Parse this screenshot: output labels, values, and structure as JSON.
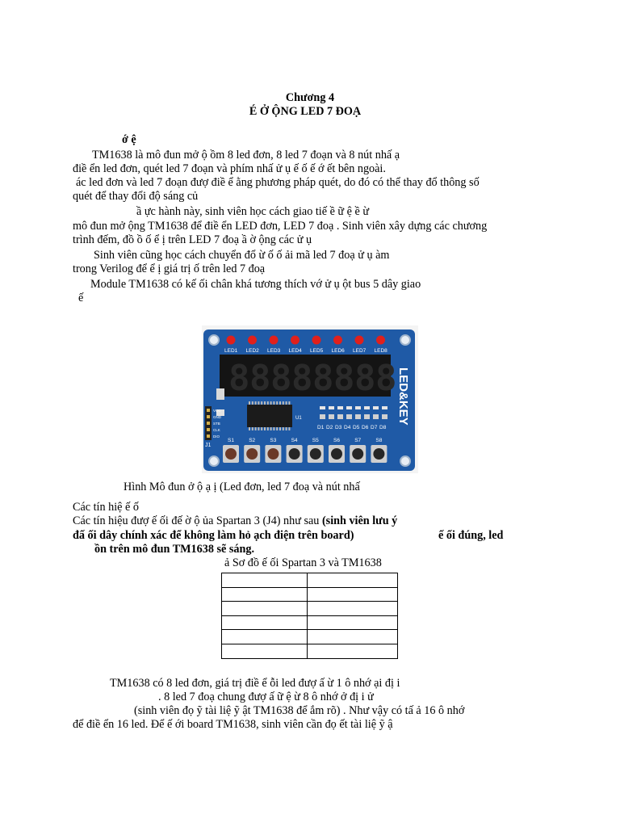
{
  "chapter": {
    "number": "Chương 4",
    "title": "É Ở ỘNG LED 7 ĐOẠ"
  },
  "section_heading": "ớ ệ",
  "paragraphs": {
    "p1_l1": "TM1638 là mô đun mở ộ ồm 8 led đơn, 8 led 7 đoạn và 8 nút nhấ ạ",
    "p1_l2": "điề ển led đơn, quét led 7 đoạn và phím nhấ ử ụ ế ố ế ớ ết bên ngoài.",
    "p1_l3": "ác led đơn và led 7 đoạn đượ điề ể ằng phương pháp quét, do đó có thể thay đổ thông số",
    "p1_l4": "quét để thay đổi độ sáng củ",
    "p2_l1": "ầ ực hành này, sinh viên học cách giao tiế ề ữ ệ ề ừ",
    "p2_l2": "mô đun mở ộng TM1638 để điề ển LED đơn, LED 7 đoạ . Sinh viên xây dựng các chương",
    "p2_l3": "trình đếm, đồ ồ ố ể ị trên LED 7 đoạ ầ ờ ộng các ử ụ",
    "p3_l1": "Sinh viên cũng học cách chuyển đổ ừ ố ố ải mã led 7 đoạ ử ụ àm",
    "p3_l2": "trong Verilog để ể ị giá trị ố trên led 7 đoạ",
    "p4_l1": "Module TM1638 có kế ối chân khá tương thích vớ ử ụ ột bus 5 dây giao",
    "p4_l2": "ế"
  },
  "figure": {
    "caption": "Hình Mô đun ở ộ ạ ị (Led đơn, led 7 đoạ và nút nhấ",
    "board_text": "LED&KEY",
    "led_labels": [
      "LED1",
      "LED2",
      "LED3",
      "LED4",
      "LED5",
      "LED6",
      "LED7",
      "LED8"
    ],
    "digit_labels": [
      "D1",
      "D2",
      "D3",
      "D4",
      "D5",
      "D6",
      "D7",
      "D8"
    ],
    "switch_labels": [
      "S1",
      "S2",
      "S3",
      "S4",
      "S5",
      "S6",
      "S7",
      "S8"
    ],
    "header_label": "J1",
    "chip_label": "U1",
    "pin_labels": [
      "VCC",
      "GND",
      "STB",
      "CLK",
      "DIO"
    ],
    "digits": [
      "8",
      "8",
      "8",
      "8",
      "8",
      "8",
      "8",
      "8"
    ],
    "colors": {
      "pcb": "#1f5aa6",
      "led_red": "#e0201c",
      "display": "#111111"
    }
  },
  "signals": {
    "line1": "Các tín hiệ ế ố",
    "line2_normal": "Các tín hiệu đượ ế ối đế ờ ộ ủa Spartan 3 (J4) như sau",
    "line2_bold": "(sinh viên lưu ý",
    "line3_bold": "đấ ối dây chính xác để không làm hỏ ạch điện trên board)",
    "line3_bold_b": "ế ối đúng, led",
    "line4_bold": "ồn trên mô đun TM1638 sẽ sáng."
  },
  "table": {
    "caption": "ả Sơ đồ ế ối Spartan 3 và TM1638",
    "rows": [
      [
        "",
        ""
      ],
      [
        "",
        ""
      ],
      [
        "",
        ""
      ],
      [
        "",
        ""
      ],
      [
        "",
        ""
      ],
      [
        "",
        ""
      ]
    ]
  },
  "closing": {
    "l1": "TM1638 có 8 led đơn, giá trị điề ể ỗi led đượ ấ ừ 1 ô nhớ ại đị i",
    "l2": ". 8 led 7 đoạ chung đượ ấ ữ ệ ừ 8 ô nhớ ở đị i ử",
    "l3": "(sinh viên đọ ỹ tài liệ ỹ ật TM1638 để ắm rõ) . Như vậy có tấ ả 16 ô nhớ",
    "l4": "để điề ển 16 led. Để ế ới board TM1638, sinh viên cần đọ ết tài liệ ỹ ậ"
  }
}
